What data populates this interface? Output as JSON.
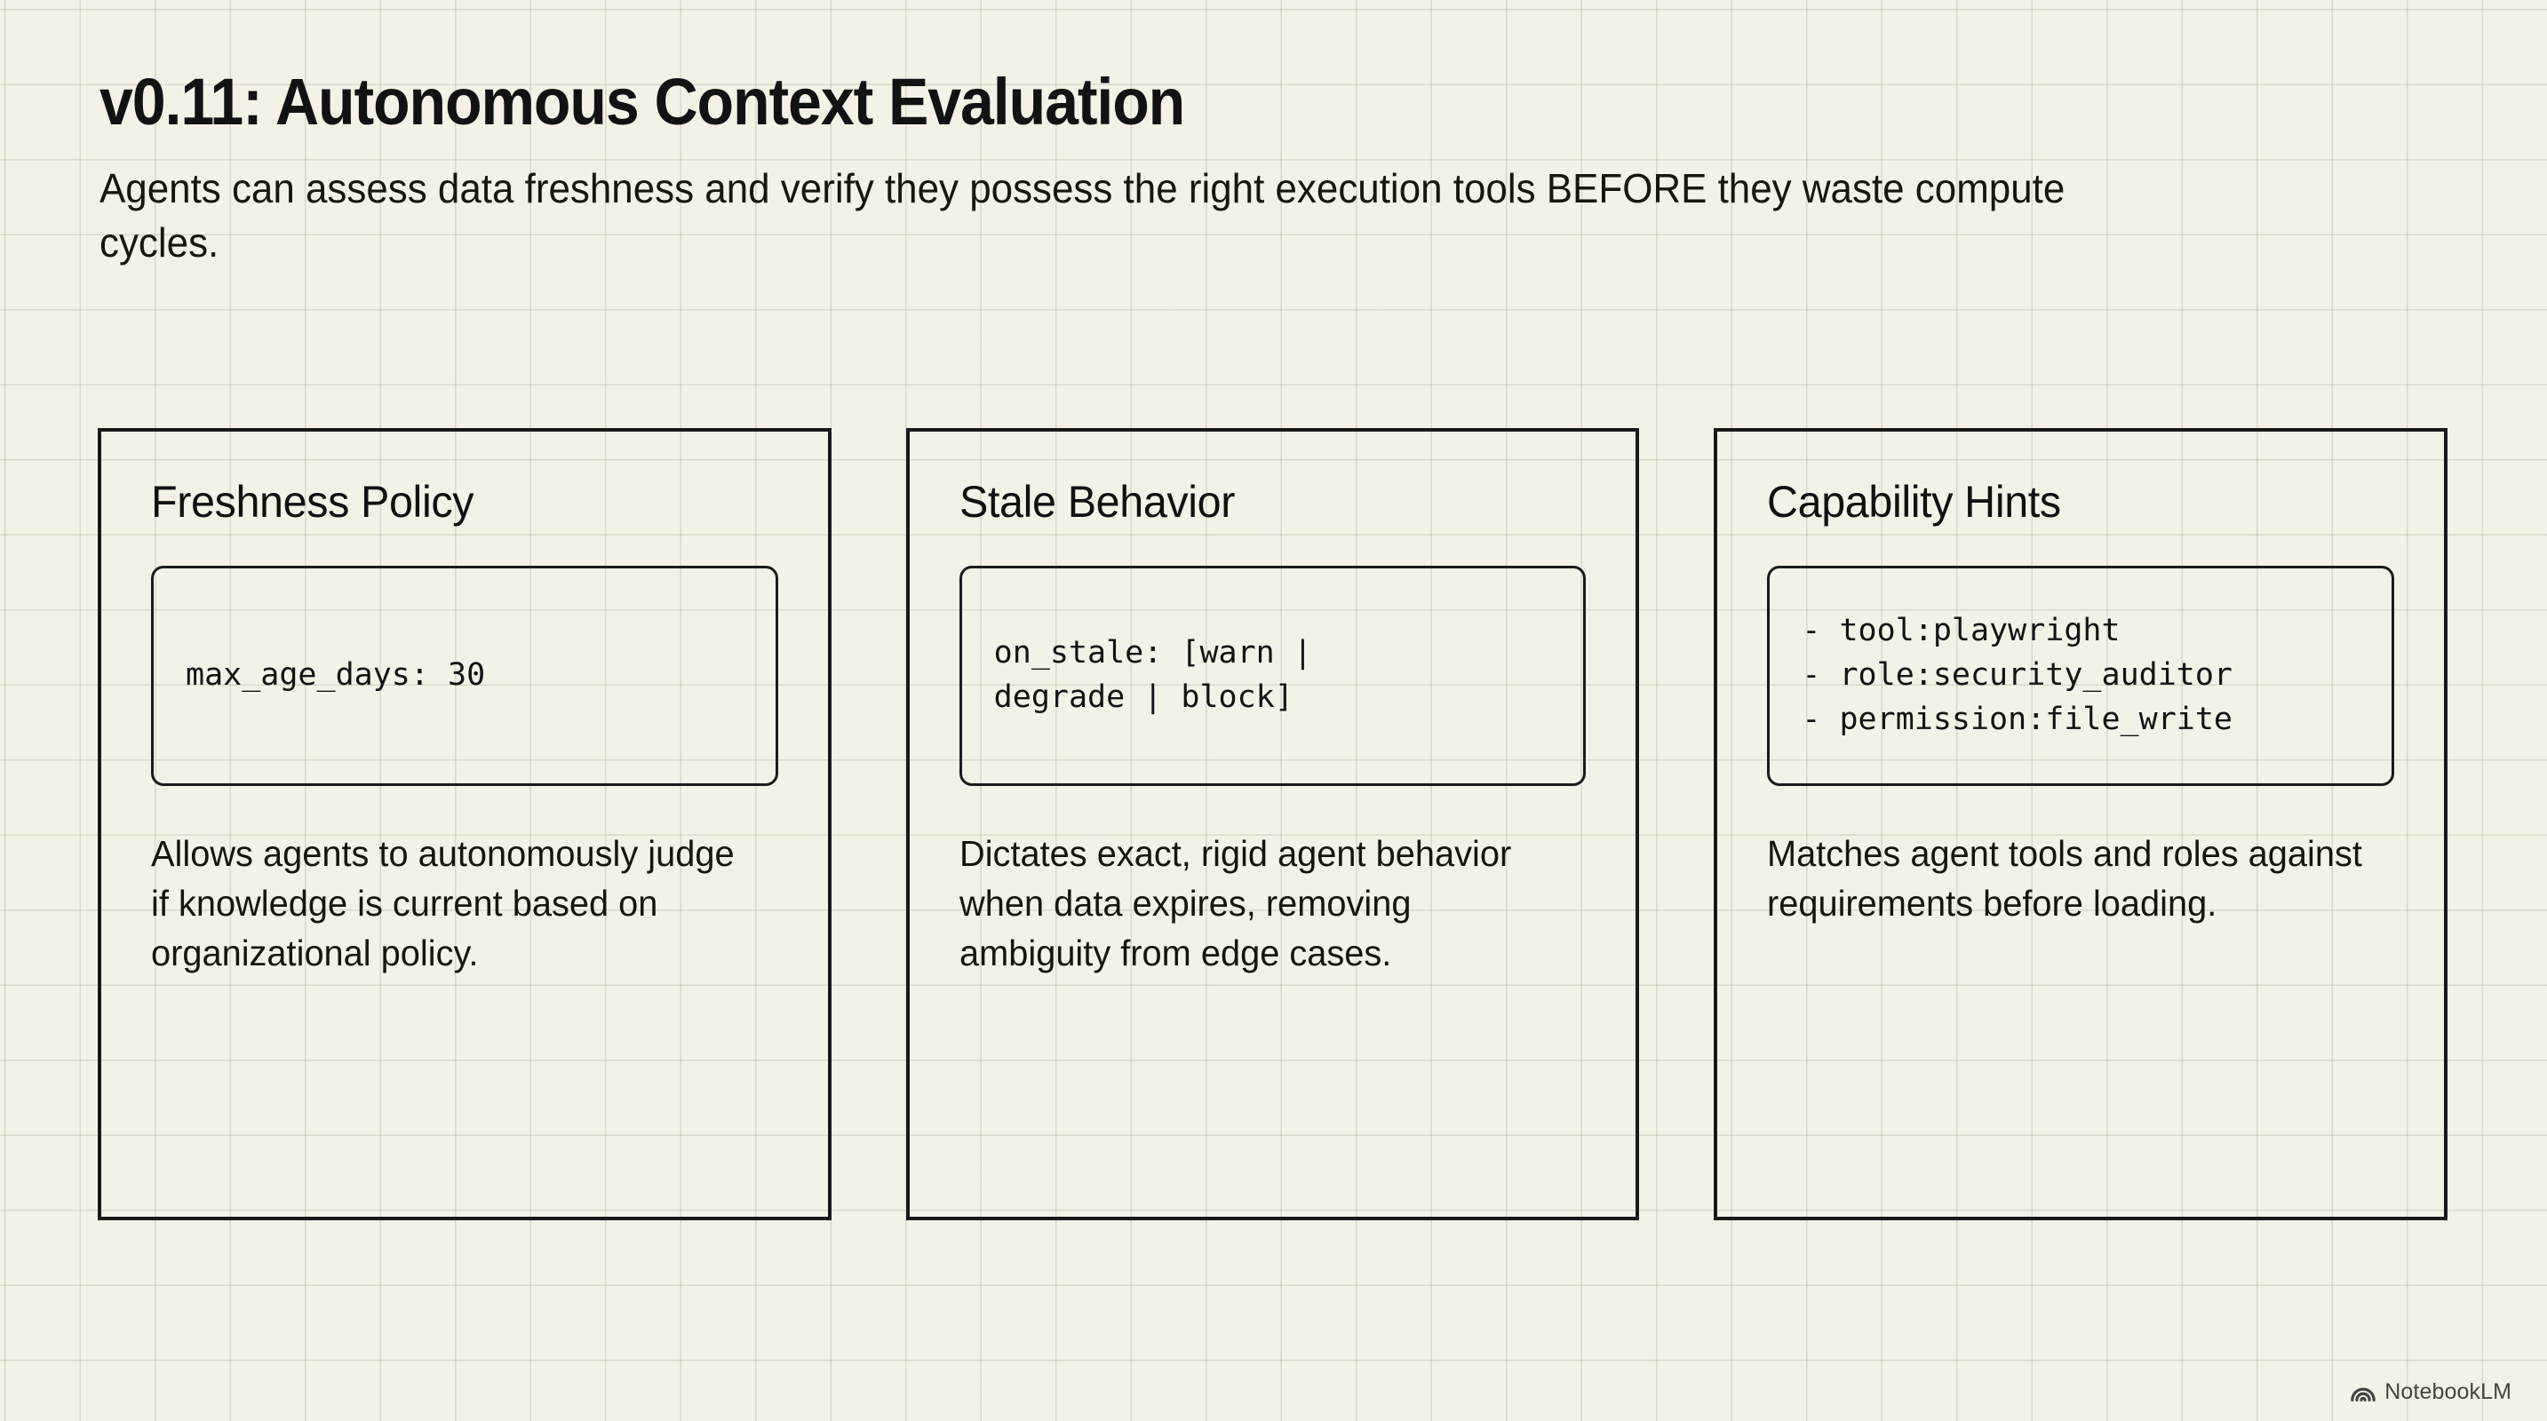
{
  "header": {
    "title": "v0.11: Autonomous Context Evaluation",
    "subtitle": "Agents can assess data freshness and verify they possess the right execution tools BEFORE they waste compute cycles."
  },
  "cards": [
    {
      "title": "Freshness Policy",
      "code_lines": [
        "max_age_days: 30"
      ],
      "description": "Allows agents to autonomously judge if knowledge is current based on organizational policy."
    },
    {
      "title": "Stale Behavior",
      "code_lines": [
        "on_stale: [warn |",
        "degrade | block]"
      ],
      "description": "Dictates exact, rigid agent behavior when data expires, removing ambiguity from edge cases."
    },
    {
      "title": "Capability Hints",
      "code_lines": [
        "- tool:playwright",
        "- role:security_auditor",
        "- permission:file_write"
      ],
      "description": "Matches agent tools and roles against requirements before loading."
    }
  ],
  "watermark": {
    "label": "NotebookLM",
    "icon": "notebooklm-spiral-icon"
  },
  "colors": {
    "background": "#f4f2e7",
    "grid_line": "#a09e8c",
    "ink": "#121212",
    "card_border": "#191919"
  }
}
